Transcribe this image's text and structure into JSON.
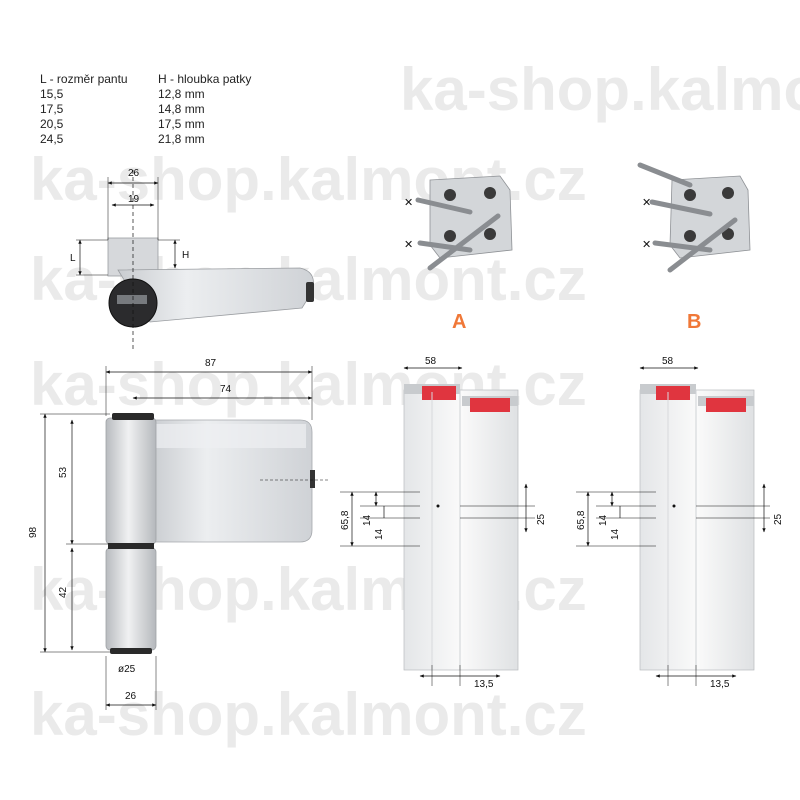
{
  "watermark": "ka-shop.kalmont.cz",
  "spec_table": {
    "headers": [
      "L - rozměr pantu",
      "H - hloubka patky"
    ],
    "rows": [
      [
        "15,5",
        "12,8 mm"
      ],
      [
        "17,5",
        "14,8 mm"
      ],
      [
        "20,5",
        "17,5 mm"
      ],
      [
        "24,5",
        "21,8 mm"
      ]
    ]
  },
  "top_view": {
    "dim_26": "26",
    "dim_19": "19",
    "label_L": "L",
    "label_H": "H"
  },
  "front_view": {
    "dim_87": "87",
    "dim_74": "74",
    "dim_98": "98",
    "dim_53": "53",
    "dim_42": "42",
    "dim_d25": "ø25",
    "dim_26": "26"
  },
  "mount_labels": {
    "a": "A",
    "b": "B"
  },
  "profile_dims": {
    "d58": "58",
    "d65_8": "65,8",
    "d14a": "14",
    "d14b": "14",
    "d25": "25",
    "d13_5": "13,5"
  },
  "colors": {
    "label_orange": "#f07838",
    "accent_red": "#e0353f",
    "hinge_body": "#d9dce0"
  }
}
